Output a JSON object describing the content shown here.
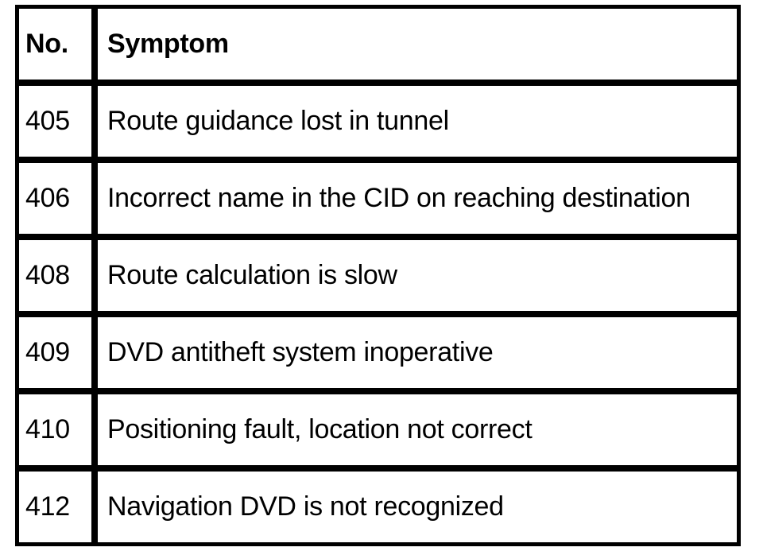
{
  "document": {
    "type": "fault-symptom-table",
    "colors": {
      "border": "#000000",
      "text": "#000000",
      "background": "#ffffff"
    },
    "table": {
      "columns": [
        {
          "key": "no",
          "label": "No."
        },
        {
          "key": "symptom",
          "label": "Symptom"
        }
      ],
      "rows": [
        {
          "no": "405",
          "symptom": "Route guidance lost in tunnel"
        },
        {
          "no": "406",
          "symptom": "Incorrect name in the CID on reaching destination"
        },
        {
          "no": "408",
          "symptom": "Route calculation is slow"
        },
        {
          "no": "409",
          "symptom": "DVD antitheft system inoperative"
        },
        {
          "no": "410",
          "symptom": "Positioning fault, location not correct"
        },
        {
          "no": "412",
          "symptom": "Navigation DVD is not recognized"
        }
      ]
    }
  }
}
